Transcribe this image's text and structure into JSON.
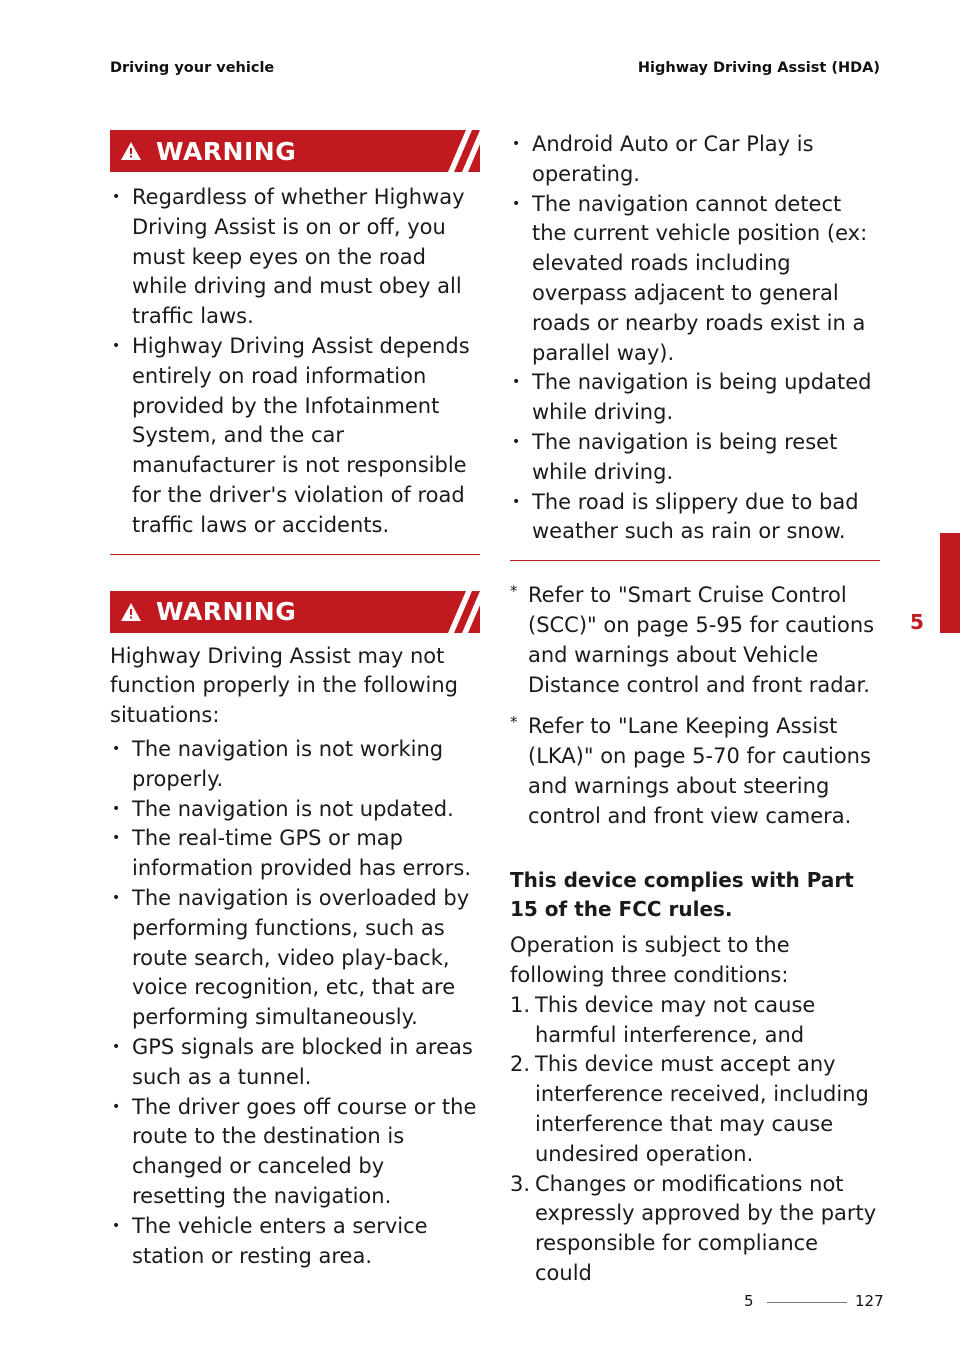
{
  "header": {
    "left": "Driving your vehicle",
    "right": "Highway Driving Assist (HDA)"
  },
  "warning1": {
    "title": "WARNING",
    "items": [
      "Regardless of whether Highway Driving Assist is on or off, you must keep eyes on the road while driving and must obey all traffic laws.",
      "Highway Driving Assist depends entirely on road information provided by the Infotainment System, and the car manufacturer is not responsible for the driver's violation of road traffic laws or accidents."
    ]
  },
  "warning2": {
    "title": "WARNING",
    "intro": "Highway Driving Assist may not function properly in the following situations:",
    "items": [
      "The navigation is not working properly.",
      "The navigation is not updated.",
      "The real-time GPS or map information provided has errors.",
      "The navigation is overloaded by performing functions, such as route search, video play-back, voice recognition, etc, that are performing simultaneously.",
      "GPS signals are blocked in areas such as a tunnel.",
      "The driver goes off course or the route to the destination is changed or canceled by resetting the navigation.",
      "The vehicle enters a service station or resting area.",
      "Android Auto or Car Play is operating.",
      "The navigation cannot detect the current vehicle position (ex: elevated roads including overpass adjacent to general roads or nearby roads exist in a parallel way).",
      "The navigation is being updated while driving.",
      "The navigation is being reset while driving.",
      "The road is slippery due to bad weather such as rain or snow."
    ]
  },
  "notes": [
    {
      "marker": "*",
      "text": "Refer to \"Smart Cruise Control (SCC)\" on page 5-95 for cautions and warnings about Vehicle Distance control and front radar."
    },
    {
      "marker": "*",
      "text": "Refer to \"Lane Keeping Assist (LKA)\" on page 5-70 for cautions and warnings about steering control and front view camera."
    }
  ],
  "fcc": {
    "heading": "This device complies with Part 15 of the FCC rules.",
    "intro": "Operation is subject to the following three conditions:",
    "items": [
      {
        "num": "1.",
        "text": "This device may not cause harmful interference, and"
      },
      {
        "num": "2.",
        "text": "This device must accept any interference received, including interference that may cause undesired operation."
      },
      {
        "num": "3.",
        "text": "Changes or modifications not expressly approved by the party responsible for compliance could"
      }
    ]
  },
  "side_tab": {
    "label": "5"
  },
  "footer": {
    "chapter": "5",
    "page": "127"
  },
  "colors": {
    "accent": "#c0191f"
  }
}
